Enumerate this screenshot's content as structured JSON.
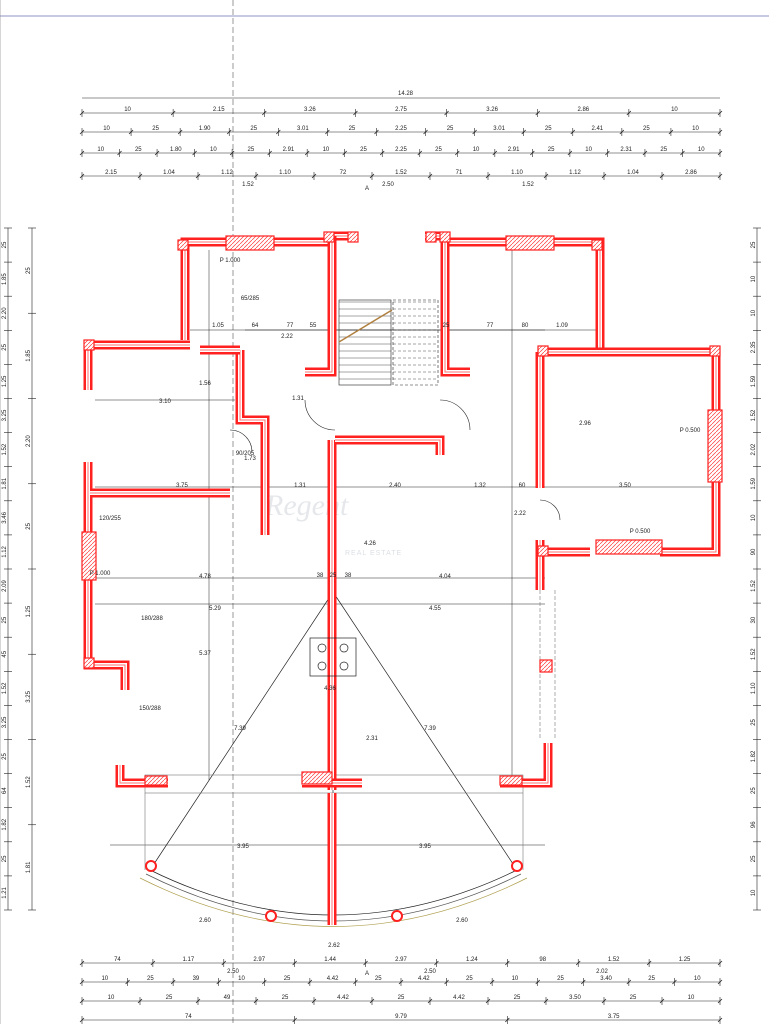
{
  "plan": {
    "top_overall": "14.28",
    "top_row1": [
      "10",
      "2.15",
      "3.26",
      "2.75",
      "3.26",
      "2.86",
      "10"
    ],
    "top_row2": [
      "10",
      "25",
      "1.90",
      "25",
      "3.01",
      "25",
      "2.25",
      "25",
      "3.01",
      "25",
      "2.41",
      "25",
      "10"
    ],
    "top_row3": [
      "10",
      "25",
      "1.80",
      "10",
      "25",
      "2.91",
      "10",
      "25",
      "2.25",
      "25",
      "10",
      "2.91",
      "25",
      "10",
      "2.31",
      "25",
      "10"
    ],
    "top_row4": [
      "2.15",
      "1.04",
      "1.12",
      "1.10",
      "72",
      "1.52",
      "71",
      "1.10",
      "1.12",
      "1.04",
      "2.86"
    ],
    "top_row4_sub": [
      "1.52",
      "2.50",
      "1.52"
    ],
    "section_top": "A",
    "section_bottom": "A",
    "bottom_row1": [
      "74",
      "1.17",
      "2.97",
      "1.44",
      "2.97",
      "1.24",
      "98",
      "1.52",
      "1.25"
    ],
    "bottom_row1_sub": [
      "2.50",
      "2.50",
      "2.02"
    ],
    "bottom_row2": [
      "10",
      "25",
      "39",
      "10",
      "25",
      "4.42",
      "25",
      "4.42",
      "25",
      "10",
      "25",
      "3.40",
      "25",
      "10"
    ],
    "bottom_row3": [
      "10",
      "25",
      "49",
      "25",
      "4.42",
      "25",
      "4.42",
      "25",
      "3.50",
      "25",
      "10"
    ],
    "bottom_row4": [
      "74",
      "9.79",
      "3.75"
    ],
    "left_dims": [
      "25",
      "1.85",
      "2.20",
      "25",
      "1.25",
      "3.25",
      "1.52",
      "1.81",
      "3.46",
      "1.12",
      "2.09",
      "25",
      "45",
      "1.52",
      "3.25",
      "25",
      "64",
      "1.82",
      "25",
      "1.21"
    ],
    "right_dims": [
      "25",
      "10",
      "10",
      "2.35",
      "1.59",
      "1.52",
      "2.02",
      "1.59",
      "10",
      "90",
      "1.52",
      "30",
      "1.52",
      "1.10",
      "25",
      "1.82",
      "25",
      "96",
      "25",
      "10"
    ],
    "rooms": [
      "3.10",
      "3.75",
      "4.78",
      "5.29",
      "5.37",
      "1.31",
      "2.40",
      "1.32",
      "3.50",
      "4.04",
      "4.55",
      "4.26",
      "4.36",
      "2.31",
      "3.95",
      "3.95",
      "2.60",
      "2.60",
      "2.62",
      "7.39",
      "7.39",
      "2.96",
      "2.22",
      "2.22",
      "1.05",
      "64",
      "77",
      "55",
      "25",
      "77",
      "80",
      "1.09",
      "1.56",
      "1.73",
      "1.31",
      "60",
      "38",
      "25",
      "38"
    ],
    "window_labels": [
      "P 1.000",
      "P 0.500",
      "P 0.500",
      "P 1.000",
      "180/288",
      "120/255",
      "90/205",
      "150/288",
      "65/285"
    ],
    "watermark": "Regent",
    "watermark_sub": "REAL ESTATE"
  }
}
